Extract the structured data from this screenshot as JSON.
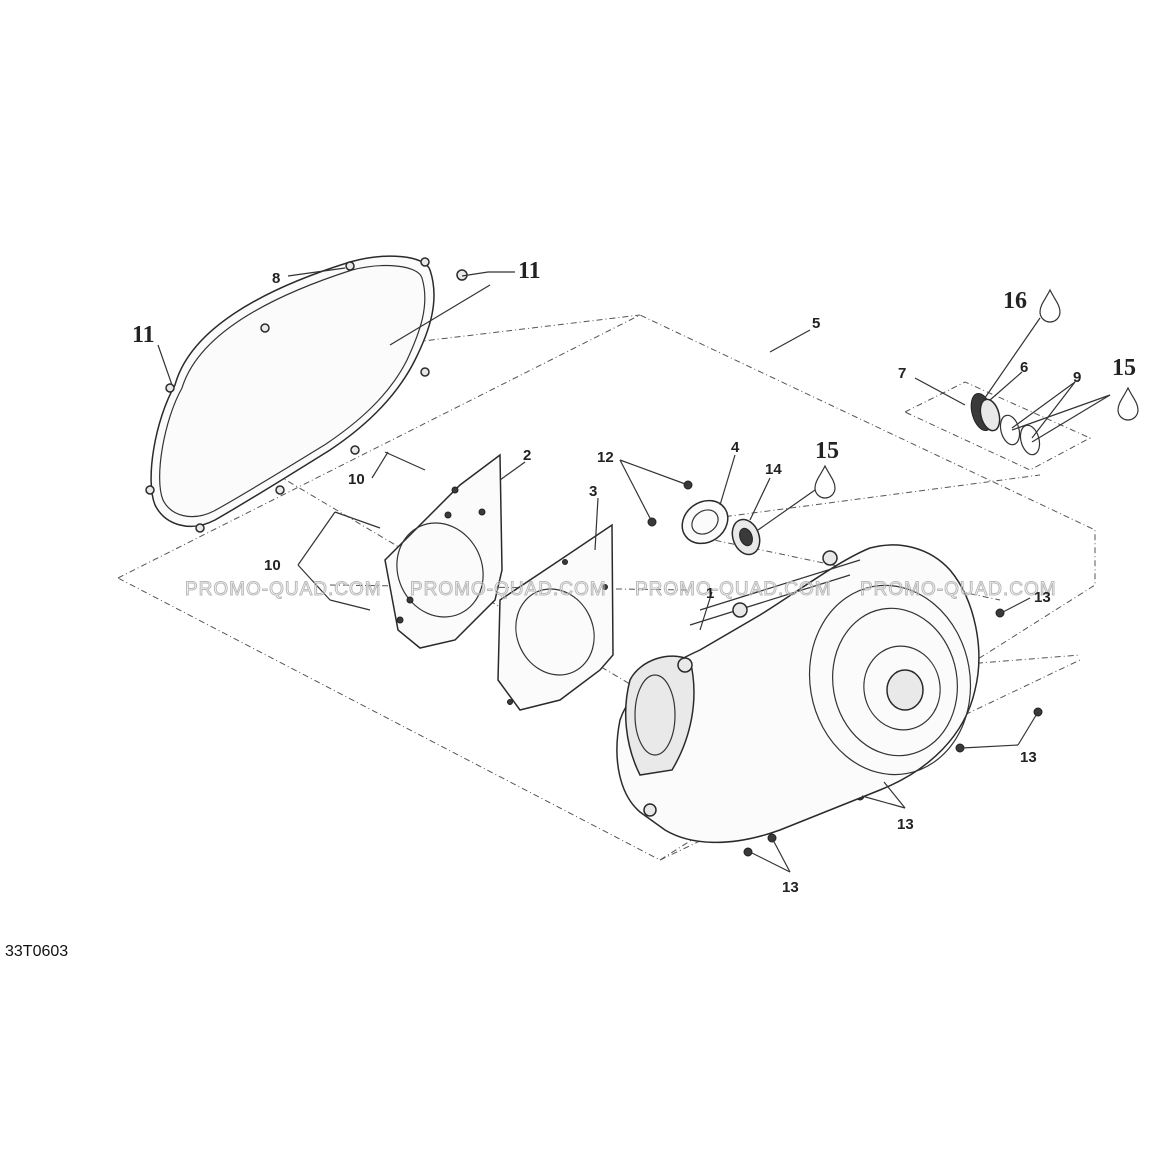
{
  "diagram": {
    "reference_code": "33T0603",
    "watermark": "PROMO-QUAD.COM",
    "callouts": {
      "c1": "1",
      "c2": "2",
      "c3": "3",
      "c4": "4",
      "c5": "5",
      "c6": "6",
      "c7": "7",
      "c8": "8",
      "c9": "9",
      "c10": "10",
      "c11": "11",
      "c12": "12",
      "c13": "13",
      "c14": "14",
      "c15": "15",
      "c16": "16"
    }
  }
}
